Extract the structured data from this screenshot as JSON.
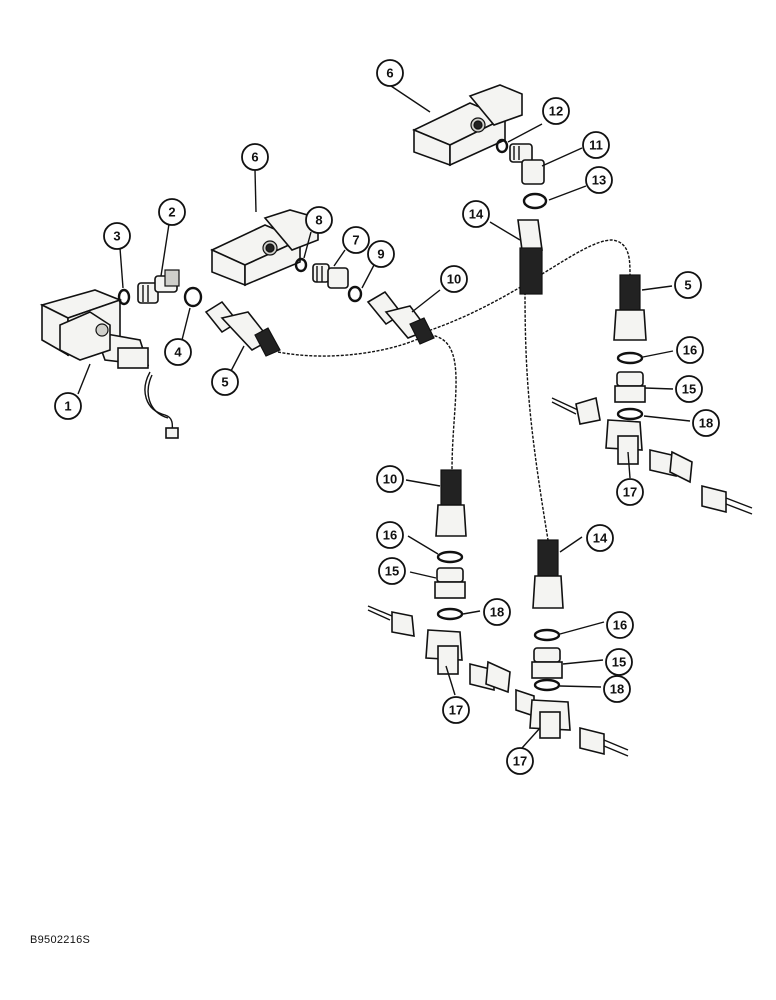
{
  "figure_id": "B9502216S",
  "callouts": [
    {
      "id": "c1",
      "label": "1"
    },
    {
      "id": "c2",
      "label": "2"
    },
    {
      "id": "c3",
      "label": "3"
    },
    {
      "id": "c4",
      "label": "4"
    },
    {
      "id": "c5a",
      "label": "5"
    },
    {
      "id": "c5b",
      "label": "5"
    },
    {
      "id": "c6a",
      "label": "6"
    },
    {
      "id": "c6b",
      "label": "6"
    },
    {
      "id": "c7",
      "label": "7"
    },
    {
      "id": "c8",
      "label": "8"
    },
    {
      "id": "c9",
      "label": "9"
    },
    {
      "id": "c10a",
      "label": "10"
    },
    {
      "id": "c10b",
      "label": "10"
    },
    {
      "id": "c11",
      "label": "11"
    },
    {
      "id": "c12",
      "label": "12"
    },
    {
      "id": "c13",
      "label": "13"
    },
    {
      "id": "c14a",
      "label": "14"
    },
    {
      "id": "c14b",
      "label": "14"
    },
    {
      "id": "c15a",
      "label": "15"
    },
    {
      "id": "c15b",
      "label": "15"
    },
    {
      "id": "c15c",
      "label": "15"
    },
    {
      "id": "c16a",
      "label": "16"
    },
    {
      "id": "c16b",
      "label": "16"
    },
    {
      "id": "c16c",
      "label": "16"
    },
    {
      "id": "c17a",
      "label": "17"
    },
    {
      "id": "c17b",
      "label": "17"
    },
    {
      "id": "c17c",
      "label": "17"
    },
    {
      "id": "c18a",
      "label": "18"
    },
    {
      "id": "c18b",
      "label": "18"
    },
    {
      "id": "c18c",
      "label": "18"
    }
  ]
}
